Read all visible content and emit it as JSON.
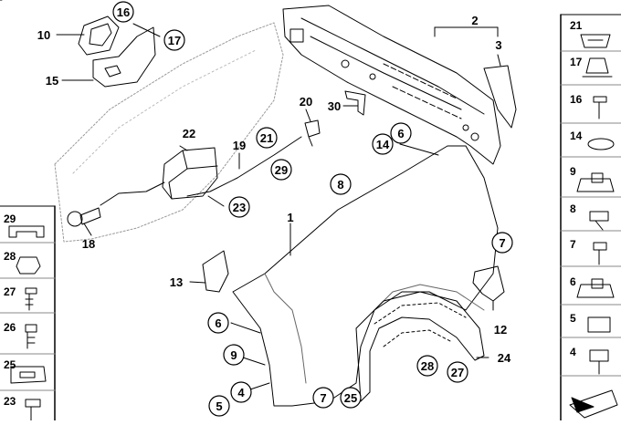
{
  "diagram": {
    "callouts": {
      "c1": "1",
      "c2": "2",
      "c3": "3",
      "c4": "4",
      "c5": "5",
      "c6": "6",
      "c7": "7",
      "c8": "8",
      "c9": "9",
      "c10": "10",
      "c12": "12",
      "c13": "13",
      "c14": "14",
      "c15": "15",
      "c16": "16",
      "c17": "17",
      "c18": "18",
      "c19": "19",
      "c20": "20",
      "c21": "21",
      "c22": "22",
      "c23": "23",
      "c24": "24",
      "c25": "25",
      "c27": "27",
      "c28": "28",
      "c29": "29",
      "c30": "30"
    },
    "left_column": [
      "29",
      "28",
      "27",
      "26",
      "25",
      "23"
    ],
    "right_column": [
      "21",
      "17",
      "16",
      "14",
      "9",
      "8",
      "7",
      "6",
      "5",
      "4"
    ]
  }
}
